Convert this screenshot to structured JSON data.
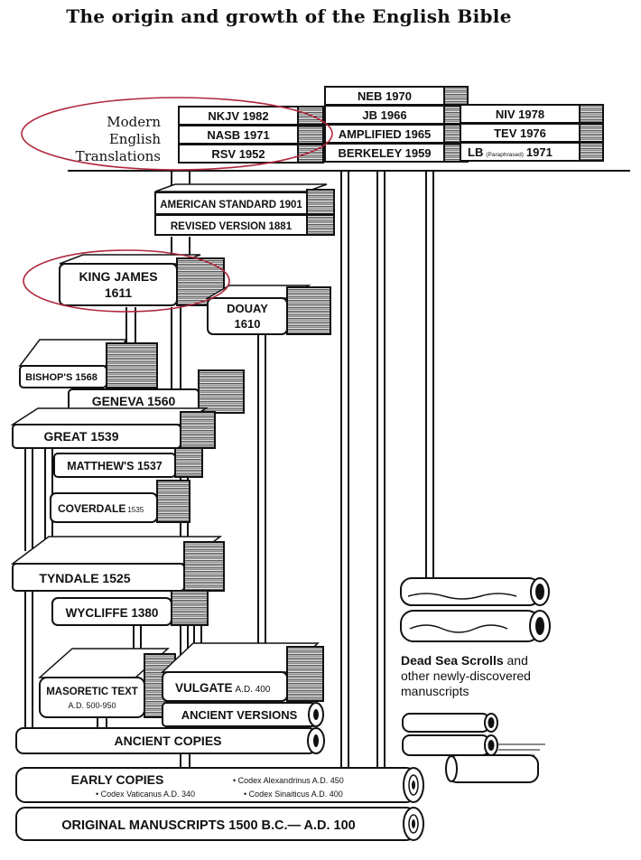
{
  "title": "The origin and growth of the English Bible",
  "modern": {
    "heading": [
      "Modern",
      "English",
      "Translations"
    ],
    "col1": [
      "NKJV 1982",
      "NASB 1971",
      "RSV 1952"
    ],
    "col2": [
      "NEB 1970",
      "JB 1966",
      "AMPLIFIED 1965",
      "BERKELEY 1959"
    ],
    "col3": [
      "NIV 1978",
      "TEV 1976"
    ],
    "lb": {
      "name": "LB",
      "note": "(Paraphrased)",
      "year": "1971"
    }
  },
  "books": {
    "american_standard": "AMERICAN STANDARD 1901",
    "revised_version": "REVISED VERSION 1881",
    "king_james": [
      "KING JAMES",
      "1611"
    ],
    "douay": [
      "DOUAY",
      "1610"
    ],
    "bishops": "BISHOP'S 1568",
    "geneva": "GENEVA 1560",
    "great": "GREAT 1539",
    "matthews": "MATTHEW'S 1537",
    "coverdale": {
      "name": "COVERDALE",
      "year": "1535"
    },
    "tyndale": "TYNDALE 1525",
    "wycliffe": "WYCLIFFE 1380",
    "masoretic": [
      "MASORETIC TEXT",
      "A.D. 500-950"
    ],
    "vulgate": {
      "name": "VULGATE",
      "year": "A.D. 400"
    },
    "ancient_versions": "ANCIENT VERSIONS"
  },
  "scrolls": {
    "ancient_copies": "ANCIENT COPIES",
    "early_copies": "EARLY COPIES",
    "codex_alexandrinus": "• Codex Alexandrinus A.D. 450",
    "codex_vaticanus": "• Codex Vaticanus A.D. 340",
    "codex_sinaiticus": "• Codex Sinaiticus A.D. 400",
    "original": "ORIGINAL MANUSCRIPTS 1500 B.C.— A.D. 100"
  },
  "dead_sea": {
    "bold": "Dead Sea Scrolls",
    "rest": [
      " and",
      "other newly-discovered",
      "manuscripts"
    ]
  },
  "colors": {
    "ink": "#111111",
    "highlight": "#b0283c",
    "paper": "#ffffff"
  }
}
